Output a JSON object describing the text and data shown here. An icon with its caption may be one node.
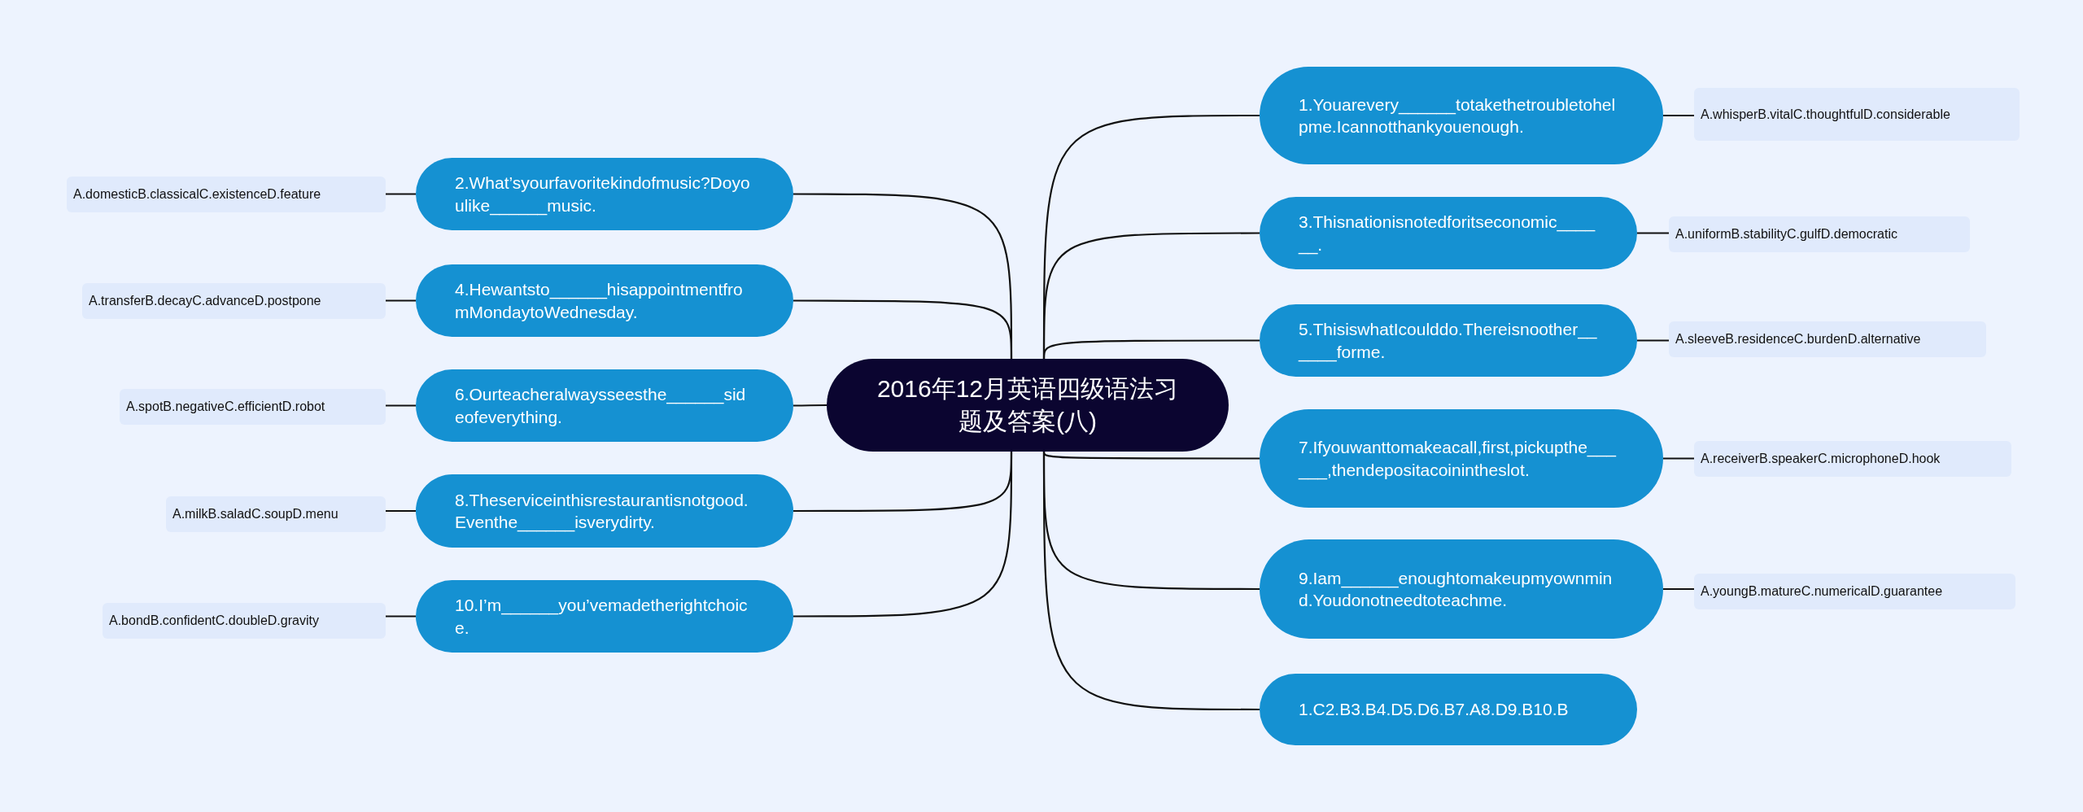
{
  "diagram": {
    "nodes": [
      {
        "text": [
          "2016年12月英语四级语法习题及答案(八)"
        ]
      },
      {
        "text": [
          "1.Youarevery______totakethetroubletohelpme.Icannotthankyouenough."
        ]
      },
      {
        "text": [
          "A.whisperB.vitalC.thoughtfulD.considerable"
        ]
      },
      {
        "text": [
          "2.What’syourfavoritekindofmusic?Doyoulike______music."
        ]
      },
      {
        "text": [
          "A.domesticB.classicalC.existenceD.feature"
        ]
      },
      {
        "text": [
          "3.Thisnationisnotedforitseconomic______."
        ]
      },
      {
        "text": [
          "A.uniformB.stabilityC.gulfD.democratic"
        ]
      },
      {
        "text": [
          "4.Hewantsto______hisappointmentfromMondaytoWednesday."
        ]
      },
      {
        "text": [
          "A.transferB.decayC.advanceD.postpone"
        ]
      },
      {
        "text": [
          "5.ThisiswhatIcoulddo.Thereisnoother______forme."
        ]
      },
      {
        "text": [
          "A.sleeveB.residenceC.burdenD.alternative"
        ]
      },
      {
        "text": [
          "6.Ourteacheralwaysseesthe______sideofeverything."
        ]
      },
      {
        "text": [
          "A.spotB.negativeC.efficientD.robot"
        ]
      },
      {
        "text": [
          "7.Ifyouwanttomakeacall,first,pickupthe______,thendepositacoinintheslot."
        ]
      },
      {
        "text": [
          "A.receiverB.speakerC.microphoneD.hook"
        ]
      },
      {
        "text": [
          "8.Theserviceinthisrestaurantisnotgood.Eventhe______isverydirty."
        ]
      },
      {
        "text": [
          "A.milkB.saladC.soupD.menu"
        ]
      },
      {
        "text": [
          "9.Iam______enoughtomakeupmyownmind.Youdonotneedtoteachme."
        ]
      },
      {
        "text": [
          "A.youngB.matureC.numericalD.guarantee"
        ]
      },
      {
        "text": [
          "10.I’m______you’vemadetherightchoice."
        ]
      },
      {
        "text": [
          "A.bondB.confidentC.doubleD.gravity"
        ]
      },
      {
        "text": [
          "1.C2.B3.B4.D5.D6.B7.A8.D9.B10.B"
        ]
      }
    ],
    "edges": [
      {
        "from": 0,
        "to": 1,
        "arrow": "none"
      },
      {
        "from": 1,
        "to": 2,
        "arrow": "none"
      },
      {
        "from": 0,
        "to": 3,
        "arrow": "none"
      },
      {
        "from": 3,
        "to": 4,
        "arrow": "none"
      },
      {
        "from": 0,
        "to": 5,
        "arrow": "none"
      },
      {
        "from": 5,
        "to": 6,
        "arrow": "none"
      },
      {
        "from": 0,
        "to": 7,
        "arrow": "none"
      },
      {
        "from": 7,
        "to": 8,
        "arrow": "none"
      },
      {
        "from": 0,
        "to": 9,
        "arrow": "none"
      },
      {
        "from": 9,
        "to": 10,
        "arrow": "none"
      },
      {
        "from": 0,
        "to": 11,
        "arrow": "none"
      },
      {
        "from": 11,
        "to": 12,
        "arrow": "none"
      },
      {
        "from": 0,
        "to": 13,
        "arrow": "none"
      },
      {
        "from": 13,
        "to": 14,
        "arrow": "none"
      },
      {
        "from": 0,
        "to": 15,
        "arrow": "none"
      },
      {
        "from": 15,
        "to": 16,
        "arrow": "none"
      },
      {
        "from": 0,
        "to": 17,
        "arrow": "none"
      },
      {
        "from": 17,
        "to": 18,
        "arrow": "none"
      },
      {
        "from": 0,
        "to": 19,
        "arrow": "none"
      },
      {
        "from": 19,
        "to": 20,
        "arrow": "none"
      },
      {
        "from": 0,
        "to": 21,
        "arrow": "none"
      }
    ]
  }
}
